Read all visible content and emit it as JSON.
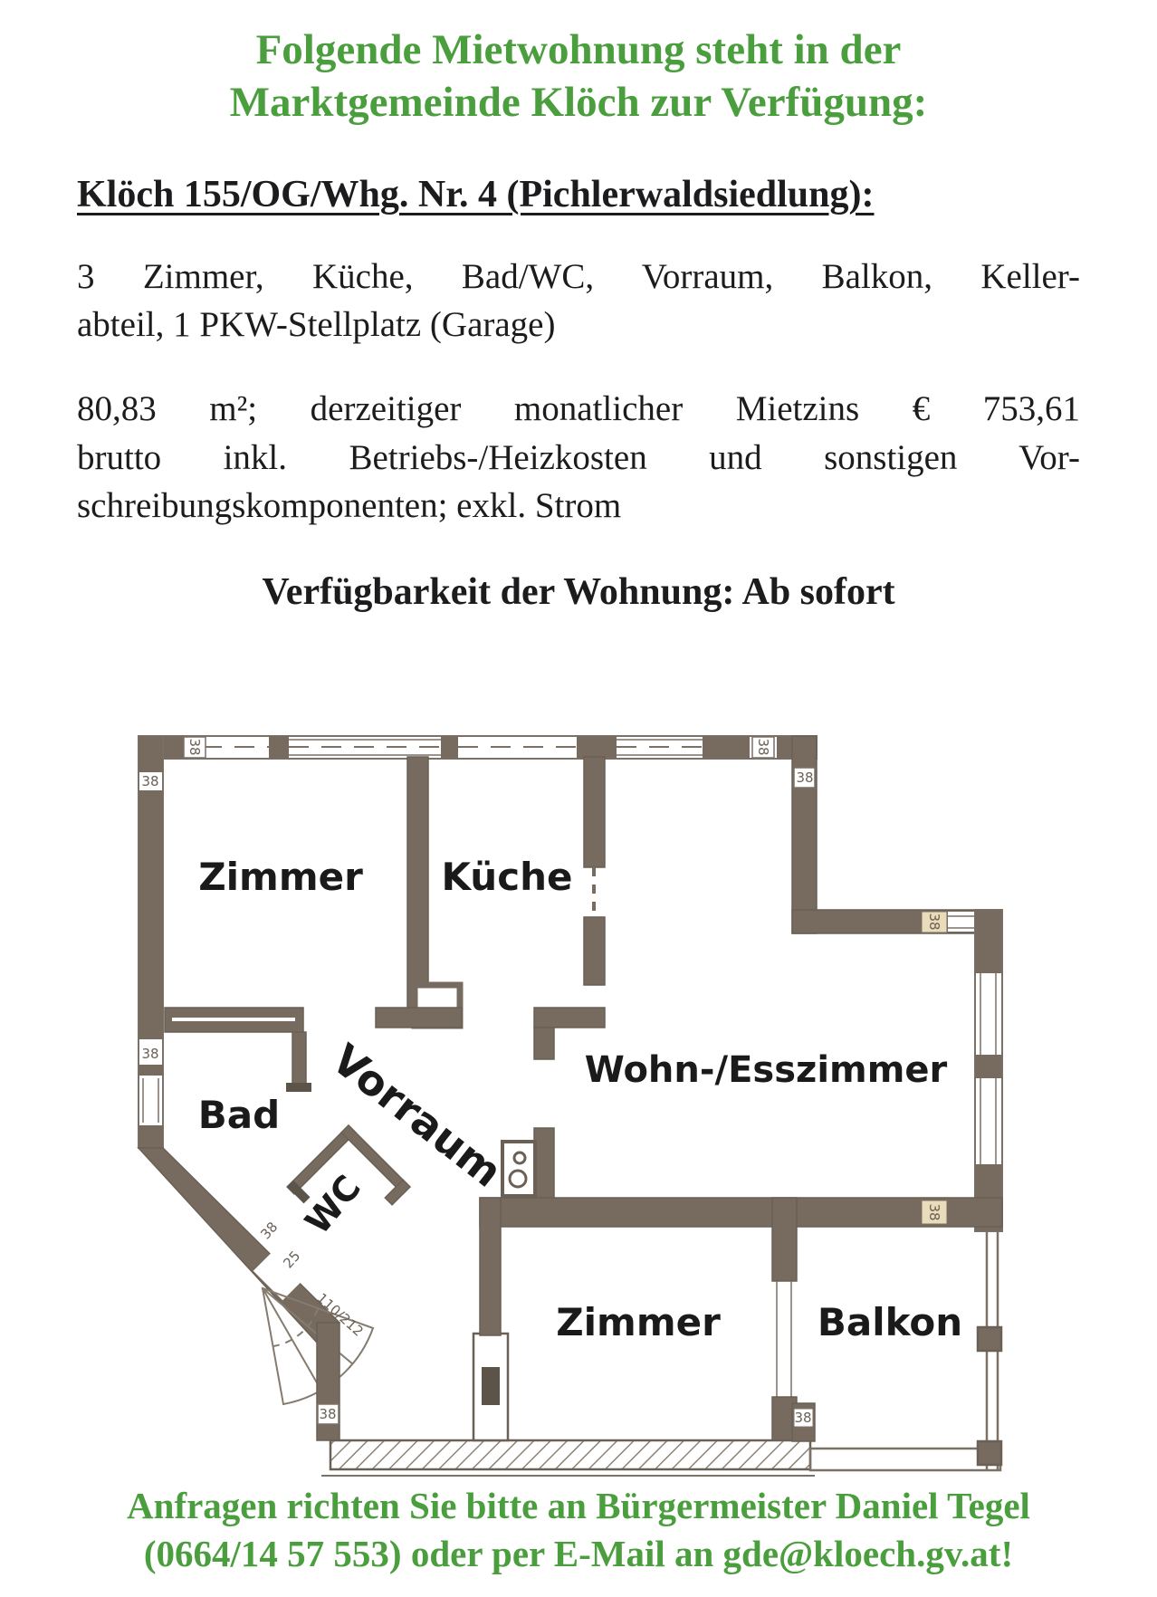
{
  "title": {
    "line1": "Folgende Mietwohnung steht in der",
    "line2": "Marktgemeinde Klöch zur Verfügung:"
  },
  "listing": {
    "heading": "Klöch 155/OG/Whg. Nr. 4 (Pichlerwaldsiedlung):",
    "description_lines": [
      "3 Zimmer, Küche, Bad/WC, Vorraum, Balkon, Keller-",
      "abteil, 1 PKW-Stellplatz (Garage)"
    ],
    "price_lines": [
      "80,83 m²; derzeitiger monatlicher Mietzins € 753,61",
      "brutto inkl. Betriebs-/Heizkosten und sonstigen Vor-",
      "schreibungskomponenten; exkl. Strom"
    ],
    "availability": "Verfügbarkeit der Wohnung: Ab sofort"
  },
  "floorplan": {
    "rooms": {
      "room1": "Zimmer",
      "kitchen": "Küche",
      "living": "Wohn-/Esszimmer",
      "bath": "Bad",
      "wc": "WC",
      "hall": "Vorraum",
      "room2": "Zimmer",
      "balcony": "Balkon"
    },
    "dimensions": {
      "d38": "38",
      "d25": "25",
      "door": "110/212"
    }
  },
  "footer": {
    "line1": "Anfragen richten Sie bitte an Bürgermeister Daniel Tegel",
    "line2": "(0664/14 57 553) oder per E-Mail an gde@kloech.gv.at!"
  },
  "colors": {
    "accent_green": "#4b9e3d",
    "wall": "#766b5e",
    "highlight_tan": "#e9dcbb"
  }
}
